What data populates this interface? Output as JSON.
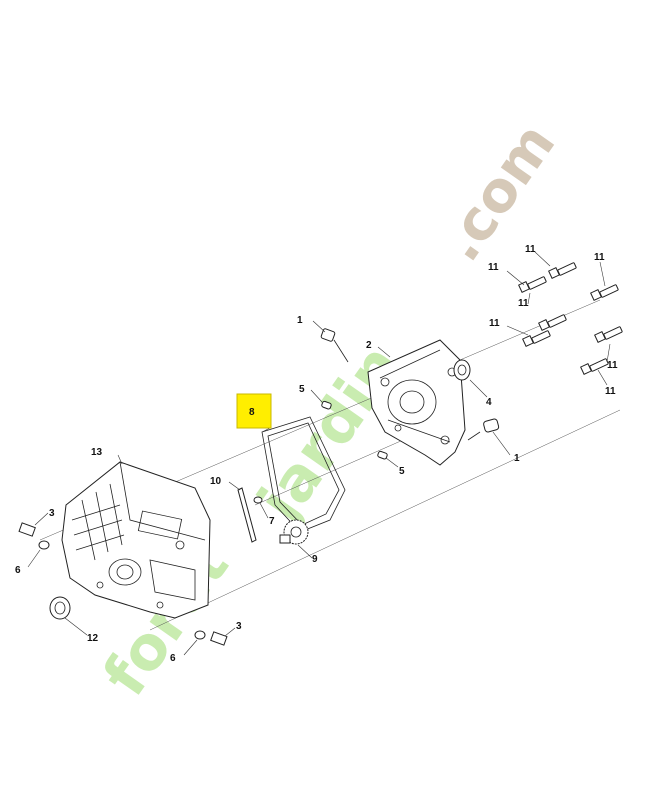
{
  "diagram": {
    "highlighted_label": "8",
    "labels": {
      "l1a": "1",
      "l1b": "1",
      "l2": "2",
      "l3a": "3",
      "l3b": "3",
      "l4": "4",
      "l5a": "5",
      "l5b": "5",
      "l6a": "6",
      "l6b": "6",
      "l7": "7",
      "l9": "9",
      "l10": "10",
      "l11a": "11",
      "l11b": "11",
      "l11c": "11",
      "l11d": "11",
      "l11e": "11",
      "l11f": "11",
      "l11g": "11",
      "l12": "12",
      "l13": "13"
    }
  },
  "watermark": {
    "text_a": "forêt",
    "text_b": "jardin",
    "text_c": ".com",
    "colors": {
      "green": "#c9ecb0",
      "brown": "#d6c9b8"
    }
  },
  "colors": {
    "highlight": "#ffee00",
    "line": "#222222"
  }
}
